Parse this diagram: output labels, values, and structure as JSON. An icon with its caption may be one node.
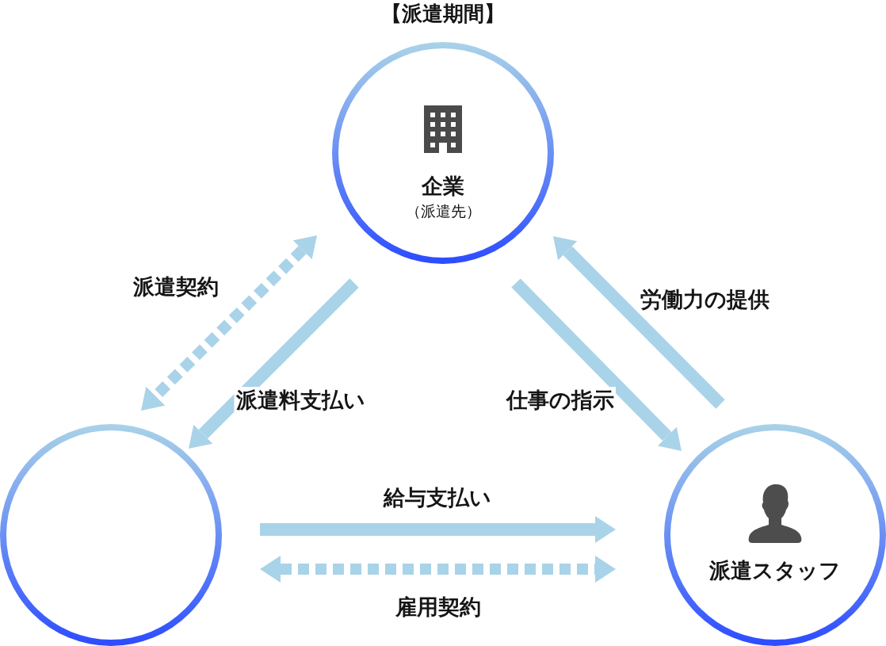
{
  "diagram": {
    "title": "【派遣期間】",
    "nodes": [
      {
        "text": [
          "企業",
          "（派遣先）"
        ]
      },
      {
        "text": [],
        "shape": "circle"
      },
      {
        "text": [
          "派遣スタッフ"
        ]
      }
    ],
    "edges": [
      {
        "from": 0,
        "to": 1,
        "arrow": "both",
        "label": "派遣契約",
        "style": "dashed"
      },
      {
        "from": 0,
        "to": 1,
        "arrow": "to",
        "label": "派遣料支払い"
      },
      {
        "from": 0,
        "to": 2,
        "arrow": "to",
        "label": "仕事の指示"
      },
      {
        "from": 2,
        "to": 0,
        "arrow": "to",
        "label": "労働力の提供"
      },
      {
        "from": 1,
        "to": 2,
        "arrow": "to",
        "label": "給与支払い"
      },
      {
        "from": 1,
        "to": 2,
        "arrow": "both",
        "label": "雇用契約",
        "style": "dashed"
      }
    ]
  }
}
